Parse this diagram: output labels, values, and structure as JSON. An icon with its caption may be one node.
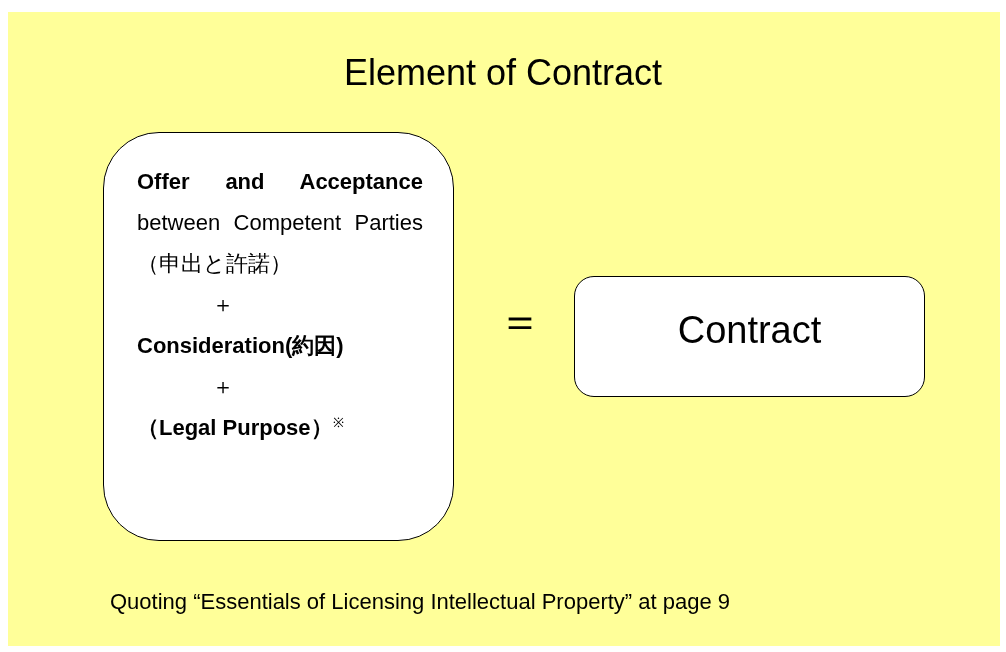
{
  "diagram": {
    "title": "Element of Contract",
    "nodes": [
      {
        "text": [
          "**Offer and Acceptance** between Competent Parties（申出と許諾）",
          "＋",
          "Consideration(約因)",
          "＋",
          "**（Legal Purpose）**$^{※}$"
        ]
      },
      {
        "text": [
          "Contract"
        ]
      }
    ],
    "edges": [],
    "labels": [
      "＝",
      "Quoting “Essentials of Licensing Intellectual Property” at page 9"
    ]
  }
}
